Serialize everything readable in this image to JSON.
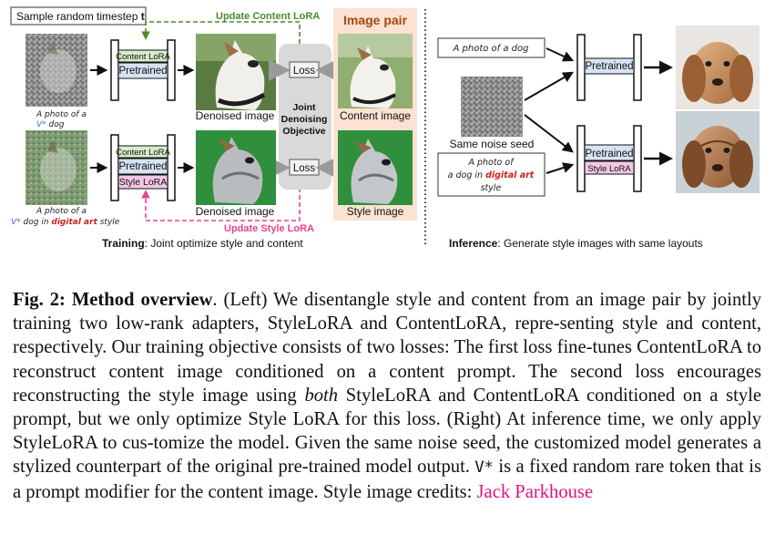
{
  "figure": {
    "timestep_label": "Sample random timestep ",
    "timestep_var": "t",
    "update_content_lora": "Update Content LoRA",
    "update_style_lora": "Update Style LoRA",
    "image_pair_title": "Image pair",
    "prompt_content_line1": "A photo of a",
    "prompt_content_vstar": "V*",
    "prompt_content_line2": " dog",
    "prompt_style_line1": "A photo of a",
    "prompt_style_vstar": "V*",
    "prompt_style_mid": " dog in ",
    "prompt_style_red": "digital art",
    "prompt_style_end": " style",
    "content_lora": "Content LoRA",
    "pretrained": "Pretrained",
    "style_lora": "Style LoRA",
    "denoised_image": "Denoised image",
    "loss": "Loss",
    "joint_objective": [
      "Joint",
      "Denoising",
      "Objective"
    ],
    "content_image": "Content image",
    "style_image": "Style image",
    "training_bold": "Training",
    "training_rest": ": Joint optimize style and content",
    "inf_prompt_dog": "A photo of a dog",
    "same_noise_seed": "Same noise seed",
    "inf_prompt_style": [
      "A photo of",
      "a dog in ",
      "digital art",
      "style"
    ],
    "inference_bold": "Inference",
    "inference_rest": ": Generate style images with same layouts"
  },
  "caption": {
    "label": "Fig. 2:",
    "title": "Method overview",
    "t1": ". (Left) We disentangle style and content from an image pair by jointly training two low-rank adapters, StyleLoRA and ContentLoRA, repre-senting style and content, respectively. Our training objective consists of two losses: The first loss fine-tunes ContentLoRA to reconstruct content image conditioned on a content prompt. The second loss encourages reconstructing the style image using ",
    "both": "both",
    "t2": " StyleLoRA and ContentLoRA conditioned on a style prompt, but we only optimize Style LoRA for this loss. (Right) At inference time, we only apply StyleLoRA to cus-tomize the model. Given the same noise seed, the customized model generates a stylized counterpart of the original pre-trained model output. ",
    "vstar": "V*",
    "t3": " is a fixed random rare token that is a prompt modifier for the content image. Style image credits: ",
    "credit": "Jack Parkhouse"
  },
  "colors": {
    "green_dashed": "#4a8a2c",
    "pink_dashed": "#e6448a",
    "content_lora_fill": "#d9ecc8",
    "pretrained_fill": "#d7e3f4",
    "style_lora_fill": "#f4c6e4",
    "image_pair_bg": "#fbe2d2",
    "image_pair_title": "#a34a12",
    "loss_panel": "#d9d9d9",
    "vstar_blue": "#3a6fc9",
    "digital_art_red": "#cc1f1f",
    "credit_pink": "#e0117f"
  },
  "icons": [
    "unet-block-icon",
    "arrow-icon",
    "dashed-arrow-icon"
  ]
}
